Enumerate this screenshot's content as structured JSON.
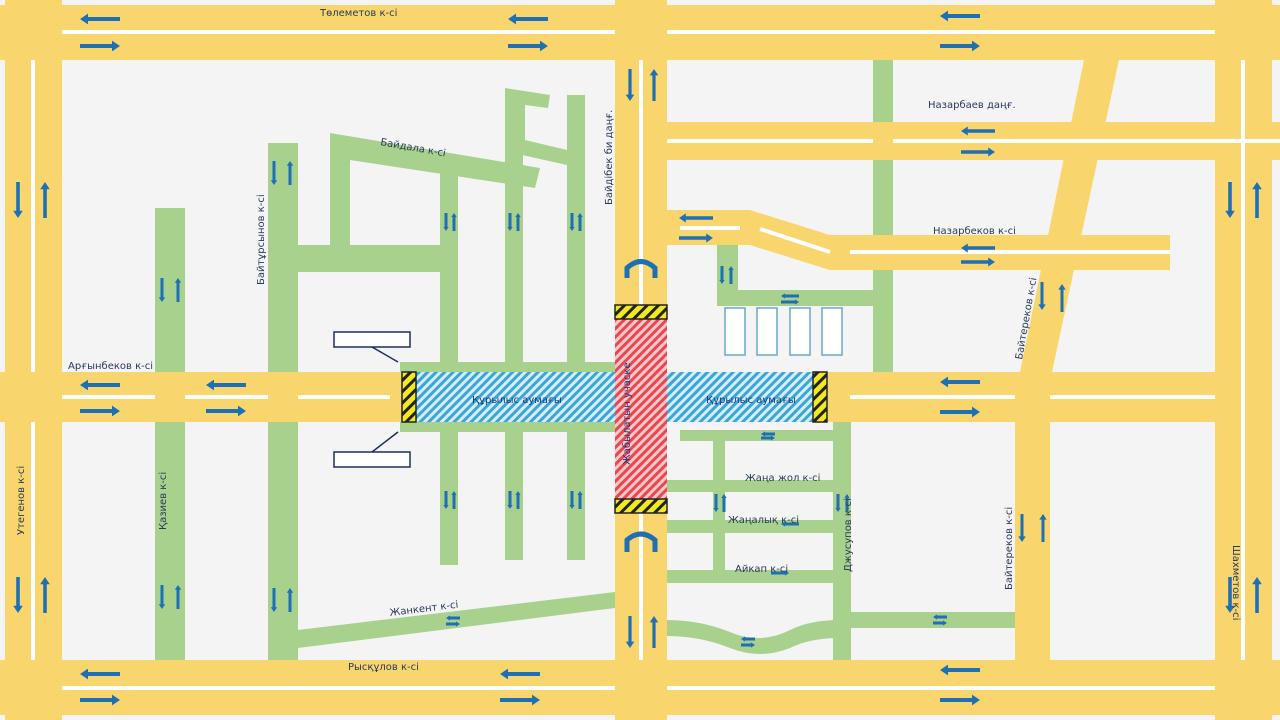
{
  "colors": {
    "road": "#f8d66d",
    "street": "#a9d18e",
    "background": "#f4f4f4",
    "arrow": "#1f6fb5",
    "construction": "#3aa6d8",
    "closed": "#e8474f",
    "barrier": "#f3e920"
  },
  "streets": {
    "telemetov": "Төлеметов к-сі",
    "nazarbaev": "Назарбаев даңғ.",
    "baidala": "Байдала к-сі",
    "baidibek": "Байдібек би даңғ.",
    "nazarbekov": "Назарбеков к-сі",
    "baitursynov": "Байтұрсынов к-сі",
    "argynbekov": "Арғынбеков к-сі",
    "baiterekov_top": "Байтереков к-сі",
    "baiterekov_bottom": "Байтереков к-сі",
    "shakhmetov": "Шахметов к-сі",
    "utegenov": "Утегенов к-сі",
    "kaziev": "Қазиев к-сі",
    "zhana_zhol": "Жаңа жол к-сі",
    "zhanalyk": "Жаңалық к-сі",
    "aikap": "Айкап к-сі",
    "dzhusupov": "Джусупов к-сі",
    "zhankent": "Жанкент к-сі",
    "ryskulov": "Рысқұлов к-сі"
  },
  "zones": {
    "construction_left": "Құрылыс аумағы",
    "construction_right": "Құрылыс аумағы",
    "closed_section": "Жабылатын учаске"
  }
}
